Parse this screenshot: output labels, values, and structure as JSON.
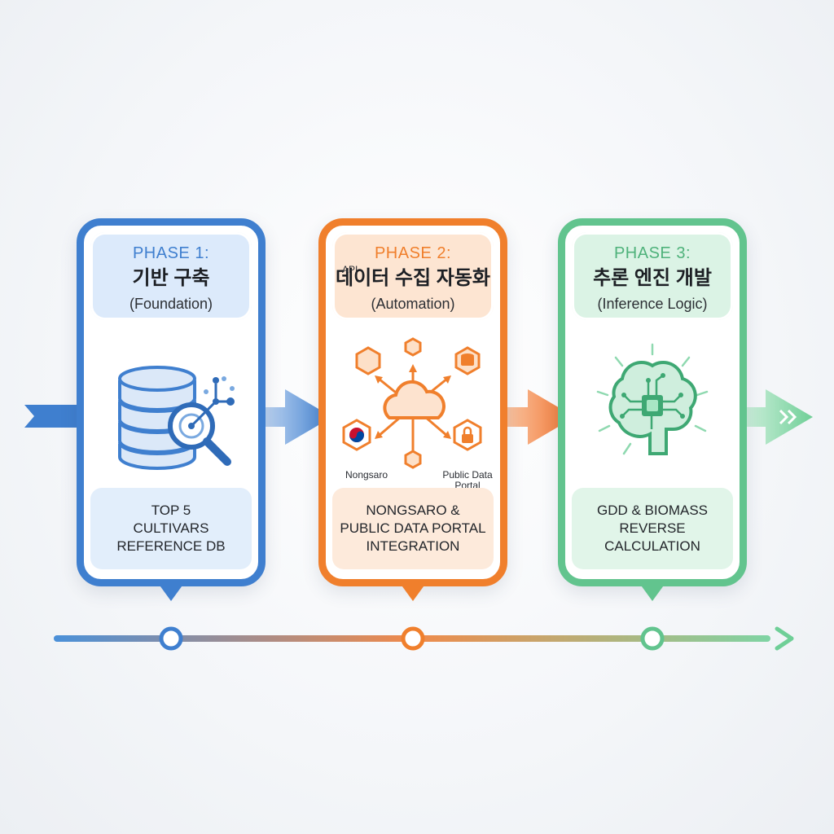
{
  "phases": [
    {
      "number": "PHASE 1:",
      "title_kr": "기반 구축",
      "title_en": "(Foundation)",
      "body": "TOP 5\nCULTIVARS\nREFERENCE DB",
      "icon": "database-search-icon",
      "color": "#3f7fcf"
    },
    {
      "number": "PHASE 2:",
      "title_kr": "데이터 수집 자동화",
      "title_en": "(Automation)",
      "body": "NONGSARO &\nPUBLIC DATA PORTAL\nINTEGRATION",
      "icon": "cloud-api-network-icon",
      "color": "#f07f2c",
      "icon_labels": {
        "api": "API",
        "left_source": "Nongsaro",
        "right_source": "Public Data\nPortal"
      }
    },
    {
      "number": "PHASE 3:",
      "title_kr": "추론 엔진 개발",
      "title_en": "(Inference Logic)",
      "body": "GDD & BIOMASS\nREVERSE\nCALCULATION",
      "icon": "ai-brain-chip-icon",
      "color": "#62c48e"
    }
  ],
  "timeline": {
    "start_color": "#4a90d9",
    "mid_color": "#f07f2c",
    "end_color": "#6fcf97"
  }
}
